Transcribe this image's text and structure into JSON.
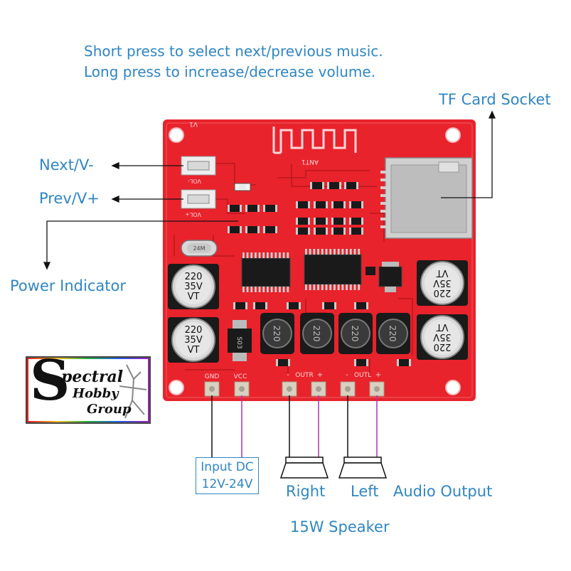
{
  "instructions": {
    "line1": "Short press to select next/previous music.",
    "line2": "Long press to increase/decrease volume."
  },
  "labels": {
    "tf_card_socket": "TF Card Socket",
    "next_v": "Next/V-",
    "prev_v": "Prev/V+",
    "power_indicator": "Power Indicator",
    "input_dc_line1": "Input DC",
    "input_dc_line2": "12V-24V",
    "right": "Right",
    "left": "Left",
    "audio_output": "Audio Output",
    "speaker": "15W Speaker"
  },
  "board": {
    "silk_v1": "V1",
    "silk_ant": "ANT1",
    "silk_vol_minus": "VOL-",
    "silk_vol_plus": "VOL+",
    "silk_gnd": "GND",
    "silk_vcc": "VCC",
    "silk_outr": "OUTR",
    "silk_outl": "OUTL",
    "silk_minus": "-",
    "silk_plus": "+",
    "cap_text_1": "220",
    "cap_text_2": "35V",
    "cap_text_3": "VT",
    "inductor_text": "220",
    "diode_text": "S03",
    "crystal_text": "24M"
  },
  "logo": {
    "initial": "S",
    "line1": "pectral",
    "line2": "Hobby",
    "line3": "Group"
  },
  "colors": {
    "board_red": "#e8232c",
    "annotation_blue": "#2f86c4",
    "vcc_wire_magenta": "#b030b0",
    "gnd_wire_black": "#111111"
  }
}
